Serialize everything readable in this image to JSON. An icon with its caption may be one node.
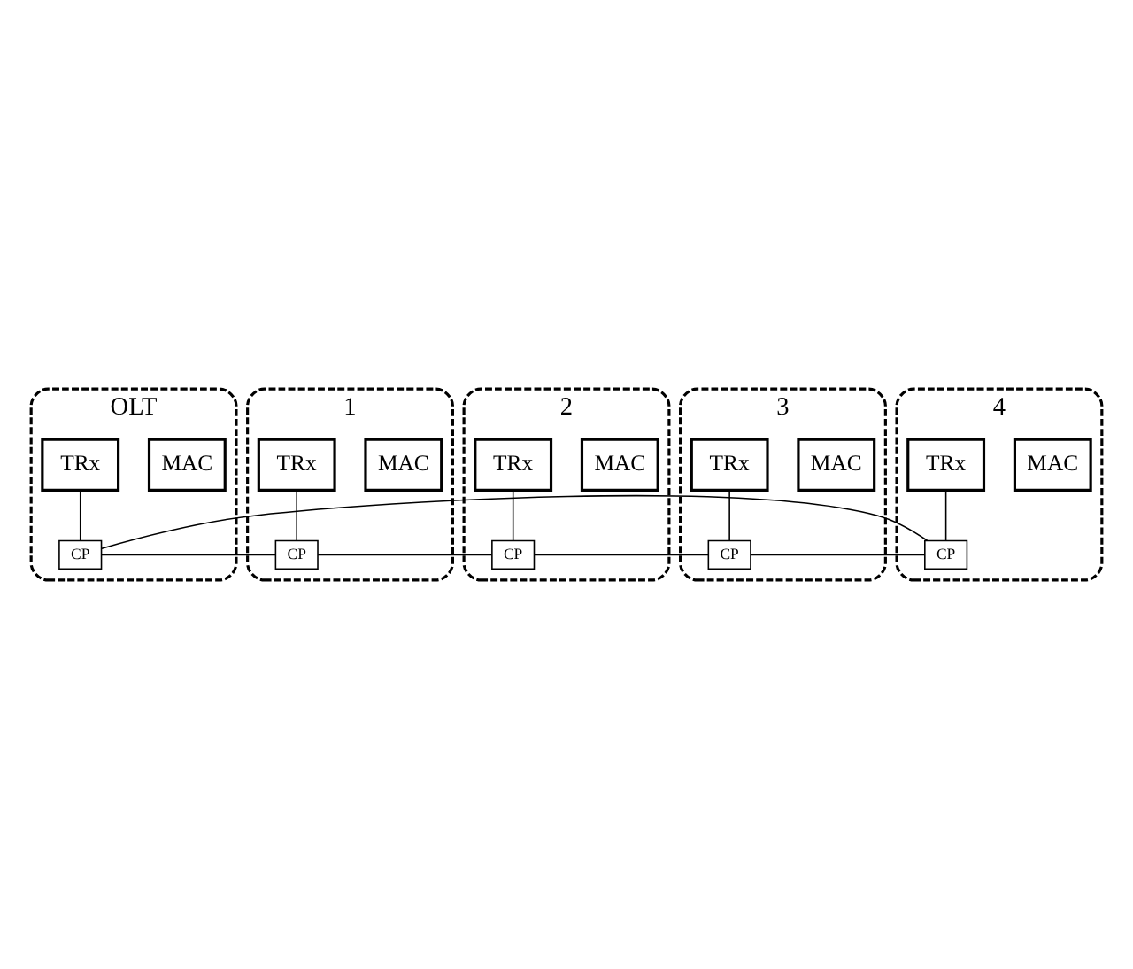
{
  "diagram": {
    "nodes": [
      {
        "text": [
          "OLT"
        ]
      },
      {
        "text": [
          "MAC"
        ],
        "in": 0
      },
      {
        "text": [
          "TRx"
        ],
        "in": 0
      },
      {
        "text": [
          "CP"
        ],
        "in": 0
      },
      {
        "text": [
          "1"
        ]
      },
      {
        "text": [
          "MAC"
        ],
        "in": 4
      },
      {
        "text": [
          "TRx"
        ],
        "in": 4
      },
      {
        "text": [
          "CP"
        ],
        "in": 4
      },
      {
        "text": [
          "2"
        ]
      },
      {
        "text": [
          "MAC"
        ],
        "in": 8
      },
      {
        "text": [
          "TRx"
        ],
        "in": 8
      },
      {
        "text": [
          "CP"
        ],
        "in": 8
      },
      {
        "text": [
          "3"
        ]
      },
      {
        "text": [
          "MAC"
        ],
        "in": 12
      },
      {
        "text": [
          "TRx"
        ],
        "in": 12
      },
      {
        "text": [
          "CP"
        ],
        "in": 12
      },
      {
        "text": [
          "4"
        ]
      },
      {
        "text": [
          "MAC"
        ],
        "in": 16
      },
      {
        "text": [
          "TRx"
        ],
        "in": 16
      },
      {
        "text": [
          "CP"
        ],
        "in": 16
      }
    ],
    "edges": [
      {
        "from": 2,
        "to": 3,
        "arrow": "none"
      },
      {
        "from": 6,
        "to": 7,
        "arrow": "none"
      },
      {
        "from": 10,
        "to": 11,
        "arrow": "none"
      },
      {
        "from": 14,
        "to": 15,
        "arrow": "none"
      },
      {
        "from": 18,
        "to": 19,
        "arrow": "none"
      },
      {
        "from": 3,
        "to": 7,
        "arrow": "none"
      },
      {
        "from": 7,
        "to": 11,
        "arrow": "none"
      },
      {
        "from": 11,
        "to": 15,
        "arrow": "none"
      },
      {
        "from": 15,
        "to": 19,
        "arrow": "none"
      },
      {
        "from": 19,
        "to": 3,
        "arrow": "none"
      }
    ]
  }
}
